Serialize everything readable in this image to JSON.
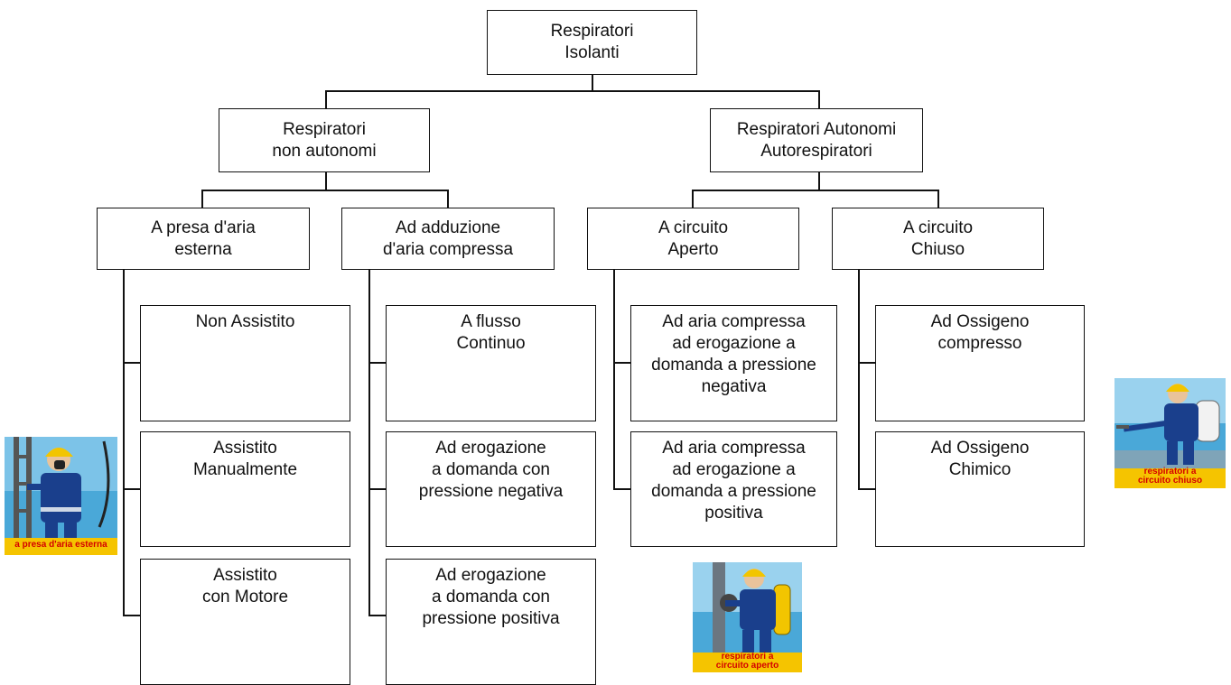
{
  "root": {
    "line1": "Respiratori",
    "line2": "Isolanti"
  },
  "level1": [
    {
      "line1": "Respiratori",
      "line2": "non autonomi"
    },
    {
      "line1": "Respiratori Autonomi",
      "line2": "Autorespiratori"
    }
  ],
  "level2": [
    {
      "line1": "A presa d'aria",
      "line2": "esterna"
    },
    {
      "line1": "Ad adduzione",
      "line2": "d'aria compressa"
    },
    {
      "line1": "A circuito",
      "line2": "Aperto"
    },
    {
      "line1": "A circuito",
      "line2": "Chiuso"
    }
  ],
  "leaves": {
    "presa": [
      "Non Assistito",
      "Assistito Manualmente",
      "Assistito con Motore"
    ],
    "adduzione": [
      "A flusso Continuo",
      "Ad erogazione a domanda con pressione negativa",
      "Ad erogazione a domanda con pressione positiva"
    ],
    "aperto": [
      "Ad aria compressa ad erogazione a domanda a pressione negativa",
      "Ad aria compressa ad erogazione a domanda a pressione positiva"
    ],
    "chiuso": [
      "Ad Ossigeno compresso",
      "Ad Ossigeno Chimico"
    ]
  },
  "leaf_lines": {
    "presa": [
      [
        "Non Assistito"
      ],
      [
        "Assistito",
        "Manualmente"
      ],
      [
        "Assistito",
        "con Motore"
      ]
    ],
    "adduzione": [
      [
        "A flusso",
        "Continuo"
      ],
      [
        "Ad erogazione",
        "a domanda con",
        "pressione negativa"
      ],
      [
        "Ad erogazione",
        "a domanda con",
        "pressione positiva"
      ]
    ],
    "aperto": [
      [
        "Ad aria compressa",
        "ad erogazione a",
        "domanda a pressione",
        "negativa"
      ],
      [
        "Ad aria compressa",
        "ad erogazione a",
        "domanda a pressione",
        "positiva"
      ]
    ],
    "chiuso": [
      [
        "Ad Ossigeno",
        "compresso"
      ],
      [
        "Ad Ossigeno",
        "Chimico"
      ]
    ]
  },
  "images": {
    "presa_caption": "a presa d'aria esterna",
    "chiuso_caption": [
      "respiratori a",
      "circuito chiuso"
    ],
    "aperto_caption": [
      "respiratori a",
      "circuito aperto"
    ]
  },
  "colors": {
    "line": "#111111",
    "caption": "#d40000",
    "caption_bg": "#f5c400",
    "sky": "#4aa8d8",
    "suit": "#1a3f8c",
    "helmet": "#f2c500"
  }
}
